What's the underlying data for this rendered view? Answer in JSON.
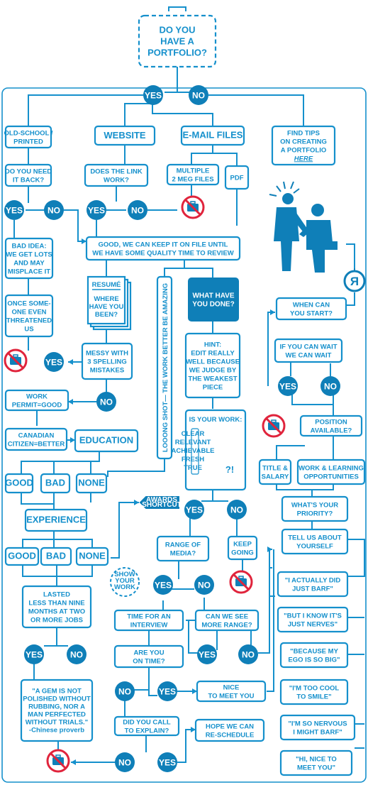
{
  "nodes": {
    "start": [
      "DO YOU",
      "HAVE A",
      "PORTFOLIO?"
    ],
    "old_school": [
      "OLD-SCHOOL /",
      "PRINTED"
    ],
    "website": [
      "WEBSITE"
    ],
    "email": [
      "E-MAIL FILES"
    ],
    "find_tips": [
      "FIND TIPS",
      "ON CREATING",
      "A PORTFOLIO",
      "HERE"
    ],
    "need_back": [
      "DO YOU NEED",
      "IT BACK?"
    ],
    "link_work": [
      "DOES THE LINK",
      "WORK?"
    ],
    "multiple": [
      "MULTIPLE",
      "2 MEG FILES"
    ],
    "pdf": [
      "PDF"
    ],
    "bad_idea": [
      "BAD IDEA:",
      "WE GET LOTS",
      "AND MAY",
      "MISPLACE IT"
    ],
    "good_keep": [
      "GOOD, WE CAN KEEP IT ON FILE UNTIL",
      "WE HAVE SOME QUALITY TIME TO REVIEW"
    ],
    "resume_title": [
      "RESUMÉ"
    ],
    "resume_q": [
      "WHERE",
      "HAVE YOU",
      "BEEN?"
    ],
    "long_shot": [
      "LOOONG SHOT— THE WORK BETTER BE AMAZING"
    ],
    "what_done": [
      "WHAT HAVE",
      "YOU DONE?"
    ],
    "threatened": [
      "ONCE SOME-",
      "ONE EVEN",
      "THREATENED",
      "US"
    ],
    "hint": [
      "HINT:",
      "EDIT REALLY",
      "WELL BECAUSE",
      "WE JUDGE BY",
      "THE WEAKEST",
      "PIECE"
    ],
    "messy": [
      "MESSY WITH",
      "3 SPELLING",
      "MISTAKES"
    ],
    "work_permit": [
      "WORK",
      "PERMIT=GOOD"
    ],
    "canadian": [
      "CANADIAN",
      "CITIZEN=BETTER"
    ],
    "education": [
      "EDUCATION"
    ],
    "craft_title": [
      "IS YOUR WORK:"
    ],
    "craft_lines": [
      "CLEAR",
      "RELEVANT",
      "ACHIEVABLE",
      "FRESH",
      "TRUE"
    ],
    "craft_mark": [
      "?!"
    ],
    "good1": [
      "GOOD"
    ],
    "bad1": [
      "BAD"
    ],
    "none1": [
      "NONE"
    ],
    "experience": [
      "EXPERIENCE"
    ],
    "good2": [
      "GOOD"
    ],
    "bad2": [
      "BAD"
    ],
    "none2": [
      "NONE"
    ],
    "lasted": [
      "LASTED",
      "LESS THAN NINE",
      "MONTHS AT TWO",
      "OR MORE JOBS"
    ],
    "gem": [
      "\"A GEM IS NOT",
      "POLISHED WITHOUT",
      "RUBBING, NOR A",
      "MAN PERFECTED",
      "WITHOUT TRIALS.\"",
      "-Chinese proverb"
    ],
    "awards": [
      "AWARDS",
      "SHORTCUT"
    ],
    "show_work": [
      "SHOW",
      "YOUR",
      "WORK"
    ],
    "range_media": [
      "RANGE OF",
      "MEDIA?"
    ],
    "keep_going": [
      "KEEP",
      "GOING"
    ],
    "time_interview": [
      "TIME FOR AN",
      "INTERVIEW"
    ],
    "more_range": [
      "CAN WE SEE",
      "MORE RANGE?"
    ],
    "on_time": [
      "ARE YOU",
      "ON TIME?"
    ],
    "nice_meet": [
      "NICE",
      "TO MEET YOU"
    ],
    "call_explain": [
      "DID YOU CALL",
      "TO EXPLAIN?"
    ],
    "reschedule": [
      "HOPE WE CAN",
      "RE-SCHEDULE"
    ],
    "when_start": [
      "WHEN CAN",
      "YOU START?"
    ],
    "wait": [
      "IF YOU CAN WAIT",
      "WE CAN WAIT"
    ],
    "position": [
      "POSITION",
      "AVAILABLE?"
    ],
    "title_salary": [
      "TITLE &",
      "SALARY"
    ],
    "work_learning": [
      "WORK & LEARNING",
      "OPPORTUNITIES"
    ],
    "priority": [
      "WHAT'S YOUR",
      "PRIORITY?"
    ],
    "tell_us": [
      "TELL US ABOUT",
      "YOURSELF"
    ],
    "barf": [
      "\"I ACTUALLY DID",
      "JUST BARF\""
    ],
    "nerves": [
      "\"BUT I KNOW IT'S",
      "JUST NERVES\""
    ],
    "ego": [
      "\"BECAUSE MY",
      "EGO IS SO BIG\""
    ],
    "too_cool": [
      "\"I'M TOO COOL",
      "TO SMILE\""
    ],
    "nervous": [
      "\"I'M SO NERVOUS",
      "I MIGHT BARF\""
    ],
    "hi_nice": [
      "\"HI, NICE TO",
      "MEET YOU\""
    ]
  },
  "answers": {
    "yes": "YES",
    "no": "NO"
  },
  "logo": "Я",
  "colors": {
    "primary": "#1590cc",
    "dark": "#0f7fb8",
    "stop": "#e0243c"
  }
}
